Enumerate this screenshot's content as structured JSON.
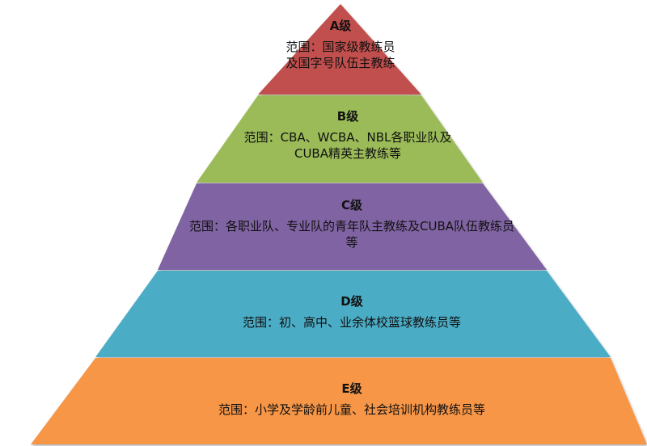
{
  "tiers": [
    {
      "level": "A级",
      "desc_lines": [
        "范围：国家级教练员",
        "及国字号队伍主教练"
      ],
      "color": "#c0504d"
    },
    {
      "level": "B级",
      "desc_lines": [
        "范围：CBA、WCBA、NBL各职业队及",
        "CUBA精英主教练等"
      ],
      "color": "#9bbb59"
    },
    {
      "level": "C级",
      "desc_lines": [
        "范围：各职业队、专业队的青年队主教练及CUBA队伍教练员",
        "等"
      ],
      "color": "#8064a2"
    },
    {
      "level": "D级",
      "desc_lines": [
        "范围：初、高中、业余体校篮球教练员等"
      ],
      "color": "#4bacc6"
    },
    {
      "level": "E级",
      "desc_lines": [
        "范围：小学及学龄前儿童、社会培训机构教练员等"
      ],
      "color": "#f79646"
    }
  ]
}
